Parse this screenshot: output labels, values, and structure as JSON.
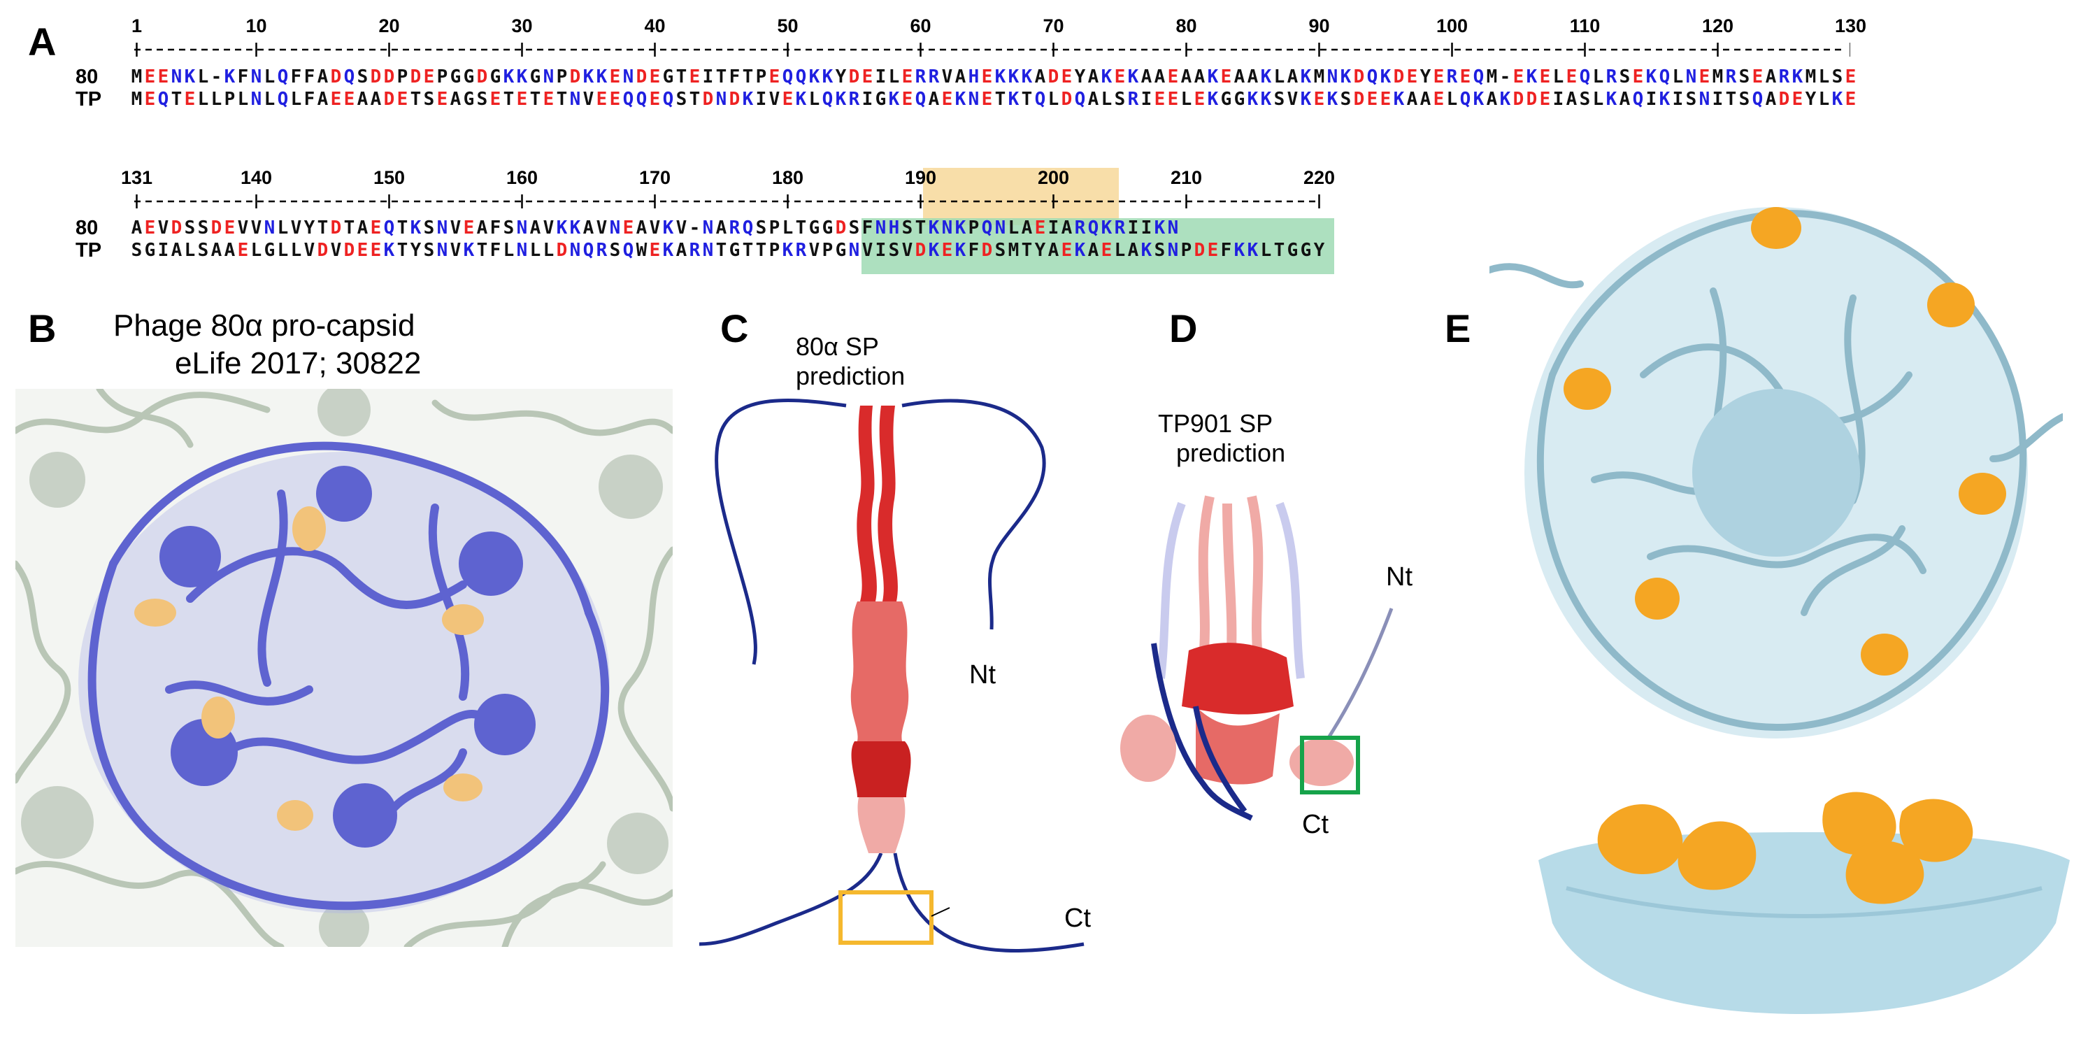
{
  "panels": {
    "A": "A",
    "B": "B",
    "C": "C",
    "D": "D",
    "E": "E"
  },
  "alignment": {
    "block1_ruler": [
      "1",
      "10",
      "20",
      "30",
      "40",
      "50",
      "60",
      "70",
      "80",
      "90",
      "100",
      "110",
      "120",
      "130"
    ],
    "block2_ruler": [
      "131",
      "140",
      "150",
      "160",
      "170",
      "180",
      "190",
      "200",
      "210",
      "220"
    ],
    "row_names": [
      "80",
      "TP"
    ],
    "block1_seq_80": "MEENKL-KFNLQFFADQSDDPDEPGGDGKKGNPDKKENDEGTEITFTPEQQKKYDEILERRVAHEKKKADEYAKEKAAEAAKEAAKLAKMNKDQKDEYEREQM-EKELEQLRSEKQLNEMRSEARKMLSE",
    "block1_seq_tp": "MEQTELLPLNLQLFAEEAADETSEAGSETETETNVEEQQEQSTDNDKIVEKLQKRIGKEQAEKNETKTQLDQALSRIEELEKGGKKSVKEKSDEEKAAELQKAKDDEIASLKAQIKISNITSQADEYLKE",
    "block2_seq_80": "AEVDSSDEVVNLVYTDTAEQTKSNVEAFSNAVKKAVNEAVKV-NARQSPLTGGDSFNHSTKNKPQNLAEIARQKRIIKN",
    "block2_seq_tp": "SGIALSAAELGLLVDVDEEKTYSNVKTFLNLLDNQRSQWEKARNTGTTPKRVPGNVISVDKEKFDSMTYAEKAELAKSNPDEFKKLTGGY",
    "colors": {
      "acidic": "#ee2222",
      "basic": "#1f1fe0",
      "other": "#111111",
      "orange_highlight": "#f7d89a",
      "green_highlight": "#9fdab4"
    }
  },
  "panelB": {
    "title_line1": "Phage 80α pro-capsid",
    "title_line2": "eLife 2017; 30822"
  },
  "panelC": {
    "title_line1": "80α SP",
    "title_line2": "prediction",
    "nt_label": "Nt",
    "ct_label": "Ct"
  },
  "panelD": {
    "title_line1": "TP901 SP",
    "title_line2": "prediction",
    "nt_label": "Nt",
    "ct_label": "Ct"
  },
  "structure_colors": {
    "capsid_blue": "#6b6fd6",
    "capsid_gray": "#c5cfc3",
    "helix_orange": "#f2c37a",
    "sp_red": "#d92b2b",
    "sp_pink": "#f0aaa6",
    "sp_navy": "#1b2a8a",
    "protein_lightblue": "#b7dbe8",
    "protein_orange": "#f5a623",
    "box_orange": "#f5b82e",
    "box_green": "#16a34a"
  }
}
